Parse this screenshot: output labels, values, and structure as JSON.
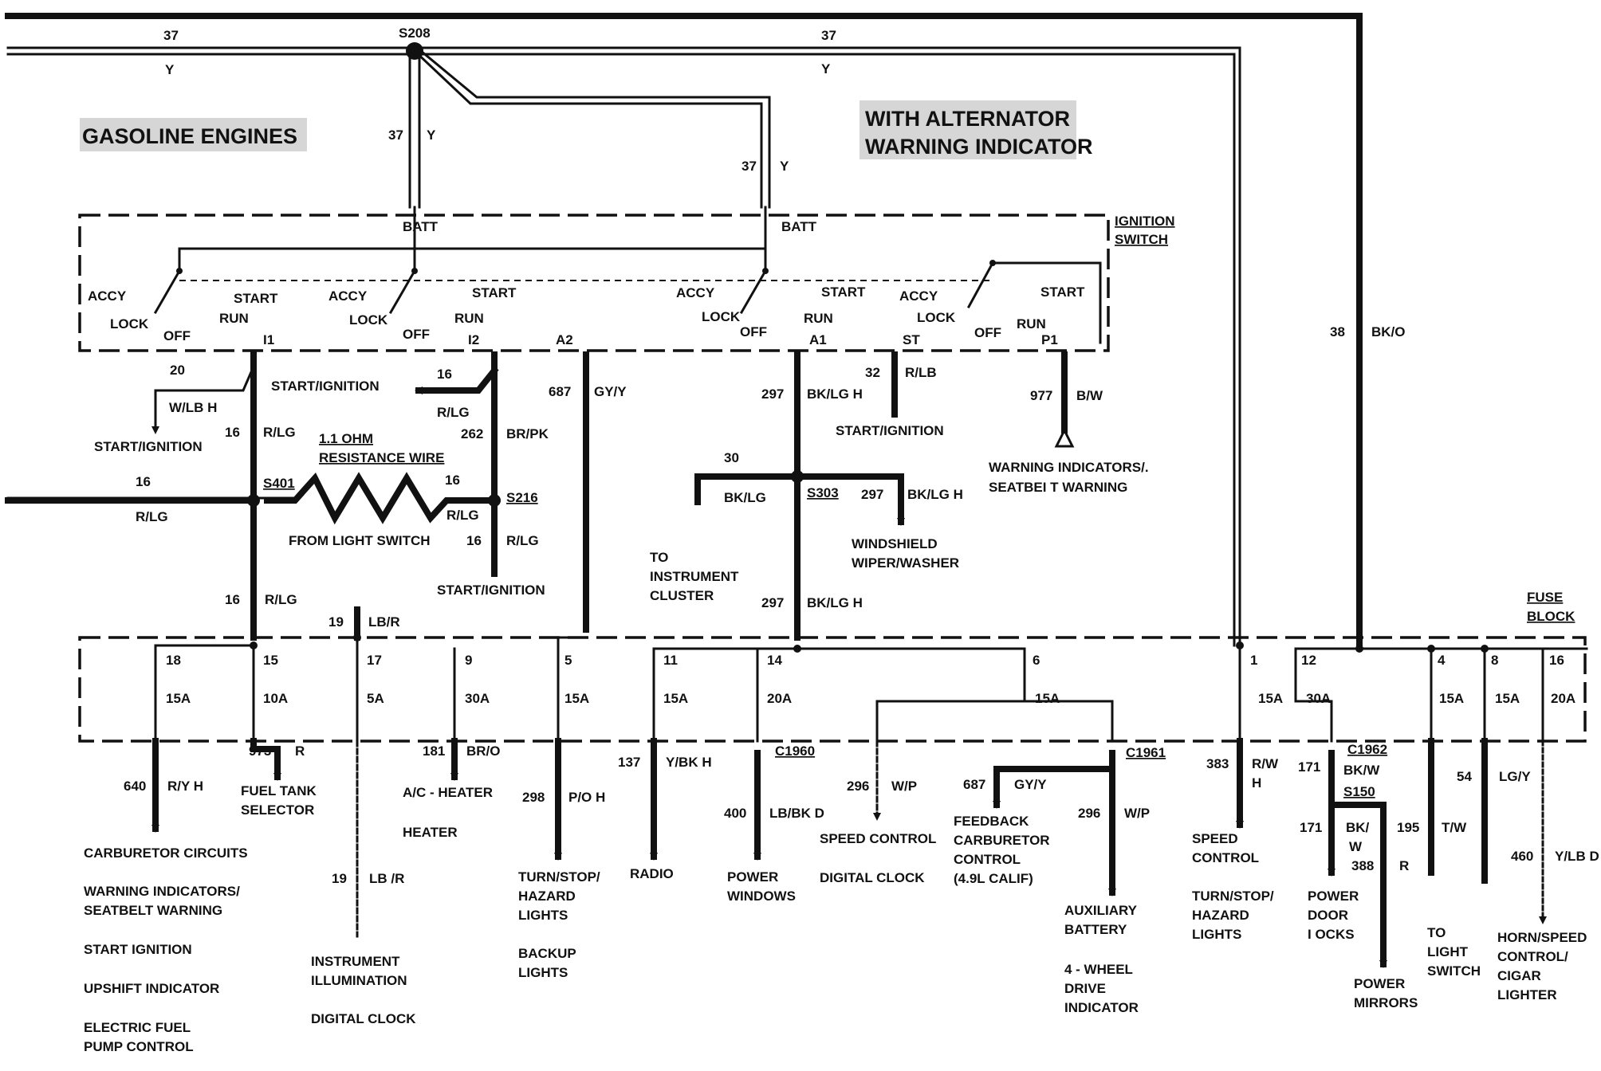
{
  "headings": {
    "gasoline": "GASOLINE ENGINES",
    "alt1": "WITH ALTERNATOR",
    "alt2": "WARNING INDICATOR",
    "ign1": "IGNITION",
    "ign2": "SWITCH",
    "fuse1": "FUSE",
    "fuse2": "BLOCK"
  },
  "top": {
    "w37a": "37",
    "ya": "Y",
    "w37b": "37",
    "yb": "Y",
    "s208": "S208",
    "w38": "38",
    "bko": "BK/O"
  },
  "switch": {
    "batt": "BATT",
    "accy": "ACCY",
    "lock": "LOCK",
    "off": "OFF",
    "run": "RUN",
    "start": "START",
    "i1": "I1",
    "i2": "I2",
    "a2": "A2",
    "a1": "A1",
    "st": "ST",
    "p1": "P1"
  },
  "labels": {
    "w20": "20",
    "wlbh": "W/LB H",
    "startign": "START/IGNITION",
    "w16": "16",
    "rlg": "R/LG",
    "ohm1": "1.1 OHM",
    "ohm2": "RESISTANCE WIRE",
    "s401": "S401",
    "fromlight": "FROM LIGHT SWITCH",
    "w262": "262",
    "brpk": "BR/PK",
    "s216": "S216",
    "w687": "687",
    "gyy": "GY/Y",
    "w297": "297",
    "bklgh": "BK/LG H",
    "w30": "30",
    "bklg": "BK/LG",
    "s303": "S303",
    "wiper1": "WINDSHIELD",
    "wiper2": "WIPER/WASHER",
    "w32": "32",
    "rlb": "R/LB",
    "w977": "977",
    "bw": "B/W",
    "warn1": "WARNING INDICATORS/.",
    "warn2": "SEATBEI T WARNING",
    "tic1": "TO",
    "tic2": "INSTRUMENT",
    "tic3": "CLUSTER",
    "w19": "19",
    "lbr": "LB/R"
  },
  "fuses": {
    "f18": "18",
    "f15": "15",
    "f17": "17",
    "f9": "9",
    "f5": "5",
    "f11": "11",
    "f14": "14",
    "f6": "6",
    "f1": "1",
    "f12": "12",
    "f4": "4",
    "f8": "8",
    "f16": "16",
    "a15": "15A",
    "a10": "10A",
    "a5": "5A",
    "a30": "30A",
    "a20": "20A"
  },
  "outputs": {
    "w640": "640",
    "ryh": "R/Y H",
    "w973": "973",
    "r": "R",
    "fuel1": "FUEL TANK",
    "fuel2": "SELECTOR",
    "carb": "CARBURETOR CIRCUITS",
    "warnb1": "WARNING INDICATORS/",
    "warnb2": "SEATBELT WARNING",
    "startig": "START IGNITION",
    "upshift": "UPSHIFT INDICATOR",
    "efp1": "ELECTRIC FUEL",
    "efp2": "PUMP CONTROL",
    "w19b": "19",
    "lbr2": "LB /R",
    "instr1": "INSTRUMENT",
    "instr2": "ILLUMINATION",
    "dclock": "DIGITAL CLOCK",
    "w181": "181",
    "bro": "BR/O",
    "ach": "A/C - HEATER",
    "heater": "HEATER",
    "w298": "298",
    "poh": "P/O H",
    "turn1": "TURN/STOP/",
    "turn2": "HAZARD",
    "turn3": "LIGHTS",
    "back1": "BACKUP",
    "back2": "LIGHTS",
    "w137": "137",
    "ybkh": "Y/BK H",
    "radio": "RADIO",
    "c1960": "C1960",
    "w400": "400",
    "lbbkd": "LB/BK D",
    "pw1": "POWER",
    "pw2": "WINDOWS",
    "w296": "296",
    "wp": "W/P",
    "speed": "SPEED CONTROL",
    "dclock2": "DIGITAL CLOCK",
    "w687b": "687",
    "gyy2": "GY/Y",
    "fb1": "FEEDBACK",
    "fb2": "CARBURETOR",
    "fb3": "CONTROL",
    "fb4": "(4.9L CALIF)",
    "c1961": "C1961",
    "w296b": "296",
    "wp2": "W/P",
    "aux1": "AUXILIARY",
    "aux2": "BATTERY",
    "fwd1": "4 - WHEEL",
    "fwd2": "DRIVE",
    "fwd3": "INDICATOR",
    "w383": "383",
    "rw": "R/W",
    "h": "H",
    "sc1": "SPEED",
    "sc2": "CONTROL",
    "tsh1": "TURN/STOP/",
    "tsh2": "HAZARD",
    "tsh3": "LIGHTS",
    "c1962": "C1962",
    "w171": "171",
    "bkw": "BK/W",
    "s150": "S150",
    "w171b": "171",
    "bk": "BK/",
    "w2": "W",
    "w388": "388",
    "r2": "R",
    "pdl1": "POWER",
    "pdl2": "DOOR",
    "pdl3": "I OCKS",
    "pm1": "POWER",
    "pm2": "MIRRORS",
    "w195": "195",
    "tw": "T/W",
    "tls1": "TO",
    "tls2": "LIGHT",
    "tls3": "SWITCH",
    "w54": "54",
    "lgy": "LG/Y",
    "w460": "460",
    "ylbd": "Y/LB D",
    "horn1": "HORN/SPEED",
    "horn2": "CONTROL/",
    "horn3": "CIGAR",
    "horn4": "LIGHTER"
  }
}
